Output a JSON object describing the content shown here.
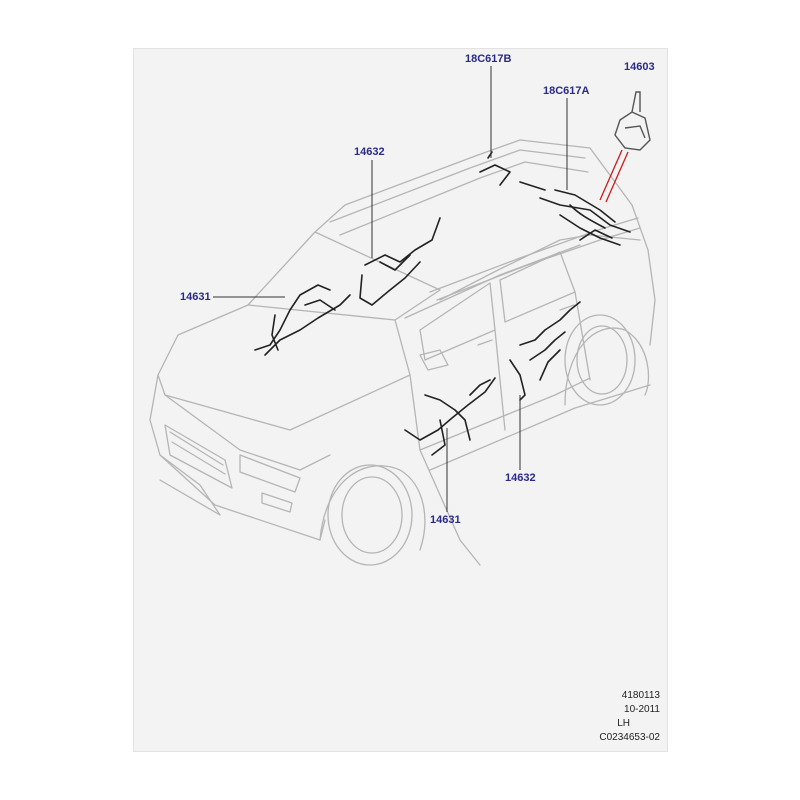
{
  "callouts": {
    "c18c617b": "18C617B",
    "c14603": "14603",
    "c18c617a": "18C617A",
    "c14632_roof": "14632",
    "c14631_dash": "14631",
    "c14632_rear_door": "14632",
    "c14631_front_door": "14631"
  },
  "reference": {
    "code": "4180113",
    "date": "10-2011",
    "side": "LH",
    "illustration_id": "C0234653-02"
  },
  "colors": {
    "callout_text": "#2a2a8a",
    "highlight_line": "#cc1a1a",
    "line_art": "#b5b5b5",
    "harness": "#222222"
  }
}
